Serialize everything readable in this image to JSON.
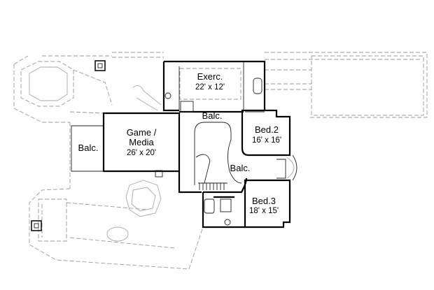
{
  "plan": {
    "rooms": [
      {
        "id": "exercise",
        "name": "Exerc.",
        "size": "22' x 12'"
      },
      {
        "id": "game-media",
        "name_line1": "Game /",
        "name_line2": "Media",
        "size": "26' x 20'"
      },
      {
        "id": "bed2",
        "name": "Bed.2",
        "size": "16' x 16'"
      },
      {
        "id": "bed3",
        "name": "Bed.3",
        "size": "18' x 15'"
      }
    ],
    "balconies": [
      {
        "id": "balc-upper",
        "name": "Balc."
      },
      {
        "id": "balc-left",
        "name": "Balc."
      },
      {
        "id": "balc-center",
        "name": "Balc."
      }
    ]
  }
}
